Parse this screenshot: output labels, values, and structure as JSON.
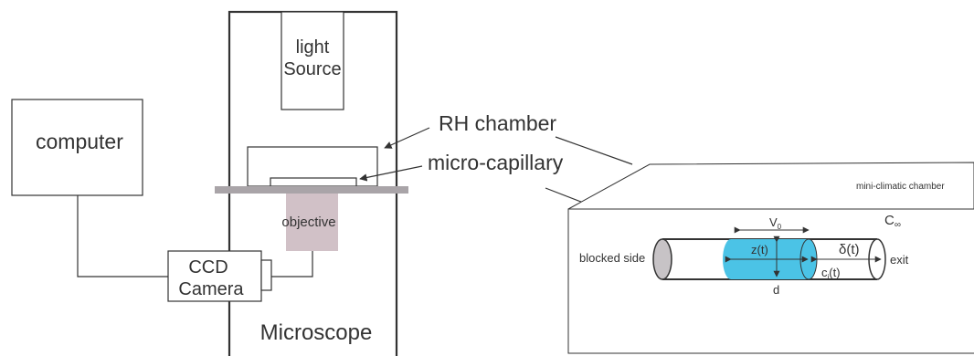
{
  "labels": {
    "computer": "computer",
    "light_1": "light",
    "light_2": "Source",
    "rh_chamber": "RH chamber",
    "micro_capillary": "micro-capillary",
    "objective": "objective",
    "ccd_1": "CCD",
    "ccd_2": "Camera",
    "microscope": "Microscope",
    "mini_chamber": "mini-climatic chamber",
    "c_inf": "C",
    "c_inf_sub": "∞",
    "blocked_side": "blocked side",
    "exit": "exit",
    "v0": "V",
    "v0_sub": "0",
    "zt": "z(t)",
    "delta": "δ(t)",
    "ci": "c",
    "ci_sub": "i",
    "ci_tail": "(t)",
    "d": "d"
  },
  "colors": {
    "line": "#333333",
    "stage": "#a9a4a8",
    "objective": "#d1c1c7",
    "liquid": "#4bc3e6",
    "end_cap": "#c7c3c6"
  }
}
